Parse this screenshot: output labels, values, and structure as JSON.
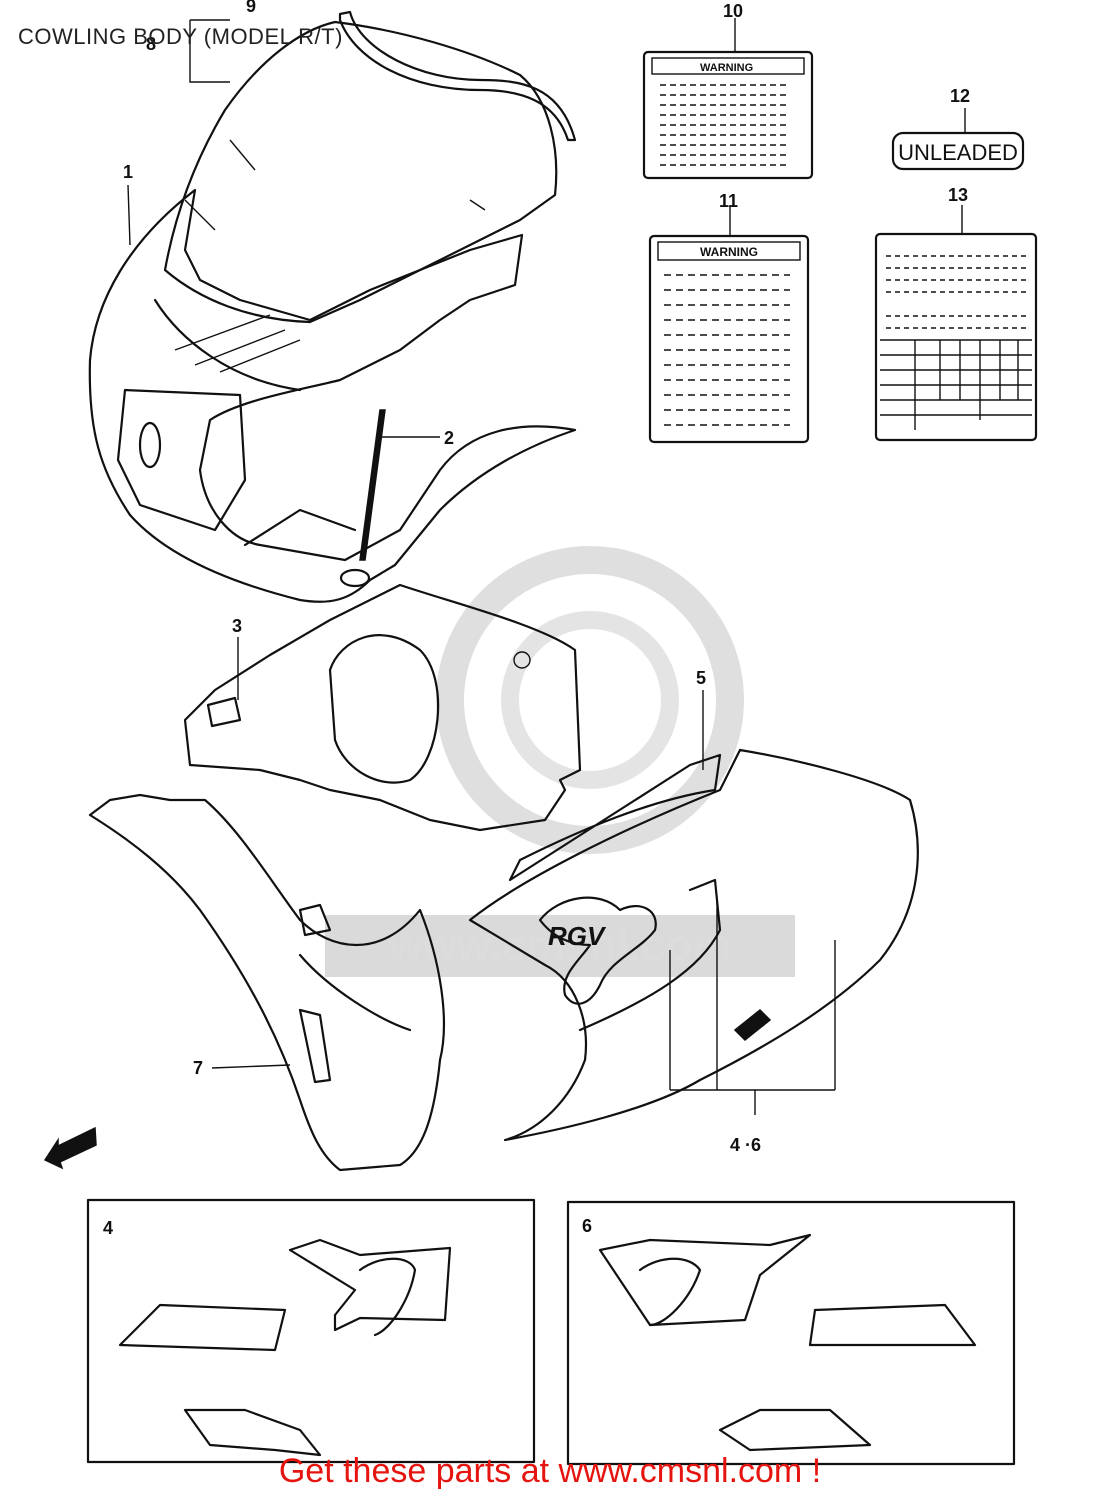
{
  "title": "COWLING BODY (MODEL R/T)",
  "callouts": {
    "c1": "1",
    "c2": "2",
    "c3": "3",
    "c4_6": "4 ·6",
    "c5": "5",
    "c7": "7",
    "c8": "8",
    "c9": "9",
    "c10": "10",
    "c11": "11",
    "c12": "12",
    "c13": "13",
    "inset4": "4",
    "inset6": "6"
  },
  "labels": {
    "warning10": "WARNING",
    "warning11": "WARNING",
    "unleaded": "UNLEADED",
    "decal_logo": "RGV"
  },
  "watermark": {
    "text": "www.cmsnl.com",
    "color": "#d9d9d9"
  },
  "footer": {
    "text": "Get these parts at www.cmsnl.com !",
    "color": "#e5140f"
  }
}
